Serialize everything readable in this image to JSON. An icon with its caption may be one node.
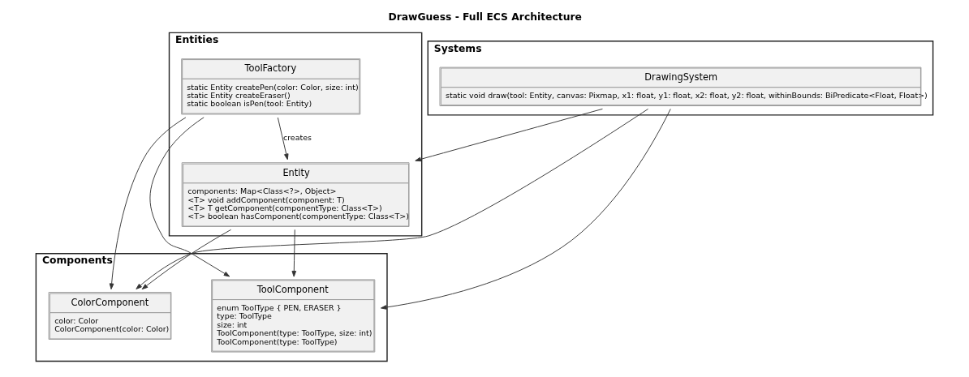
{
  "diagram": {
    "title": "DrawGuess - Full ECS Architecture",
    "nodes": [
      {
        "text": [
          "Entities"
        ]
      },
      {
        "text": [
          "ToolFactory",
          "static Entity createPen(color: Color, size: int)",
          "static Entity createEraser()",
          "static boolean isPen(tool: Entity)"
        ],
        "in": 0
      },
      {
        "text": [
          "Entity",
          "components: Map<Class<?>, Object>",
          "<T> void addComponent(component: T)",
          "<T> T getComponent(componentType: Class<T>)",
          "<T> boolean hasComponent(componentType: Class<T>)"
        ],
        "in": 0
      },
      {
        "text": [
          "Systems"
        ]
      },
      {
        "text": [
          "DrawingSystem",
          "static void draw(tool: Entity, canvas: Pixmap, x1: float, y1: float, x2: float, y2: float, withinBounds: BiPredicate<Float, Float>)"
        ],
        "in": 3
      },
      {
        "text": [
          "Components"
        ]
      },
      {
        "text": [
          "ColorComponent",
          "color: Color",
          "ColorComponent(color: Color)"
        ],
        "in": 5
      },
      {
        "text": [
          "ToolComponent",
          "enum ToolType { PEN, ERASER }",
          "type: ToolType",
          "size: int",
          "ToolComponent(type: ToolType, size: int)",
          "ToolComponent(type: ToolType)"
        ],
        "in": 5
      }
    ],
    "edges": [
      {
        "from": 1,
        "to": 2,
        "arrow": "to",
        "label": "creates"
      },
      {
        "from": 1,
        "to": 6,
        "arrow": "to"
      },
      {
        "from": 1,
        "to": 7,
        "arrow": "to"
      },
      {
        "from": 2,
        "to": 6,
        "arrow": "to"
      },
      {
        "from": 2,
        "to": 7,
        "arrow": "to"
      },
      {
        "from": 4,
        "to": 2,
        "arrow": "to"
      },
      {
        "from": 4,
        "to": 6,
        "arrow": "to"
      },
      {
        "from": 4,
        "to": 7,
        "arrow": "to"
      }
    ]
  }
}
